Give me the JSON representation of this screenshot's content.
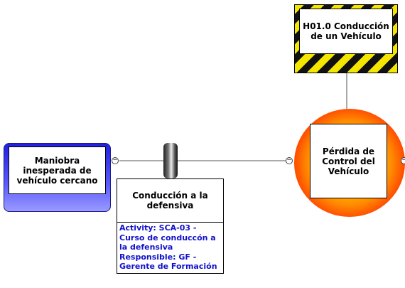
{
  "hazard": {
    "label": "H01.0 Conducción de un Vehículo"
  },
  "threat": {
    "label": "Maniobra inesperada de vehículo cercano"
  },
  "top_event": {
    "label": "Pérdida de Control del Vehículo"
  },
  "barrier": {
    "title": "Conducción a la defensiva",
    "activity": "Activity: SCA-03 - Curso de conduccón a la defensiva",
    "responsible": "Responsible: GF - Gerente de Formación"
  },
  "collapse_symbol": "−",
  "colors": {
    "hazard_stripe_yellow": "#f5e600",
    "hazard_stripe_black": "#111111",
    "threat_blue": "#2020e0",
    "top_event_red": "#e00000",
    "top_event_yellow": "#ffee33",
    "detail_text_blue": "#1111cc"
  }
}
